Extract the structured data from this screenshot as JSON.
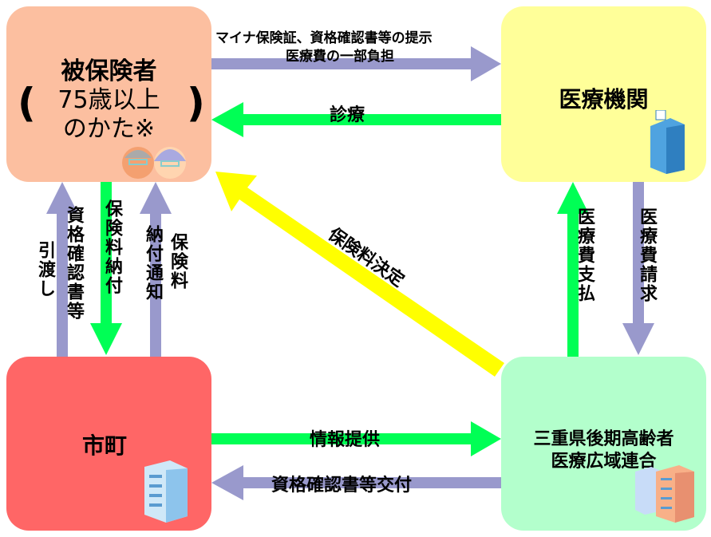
{
  "nodes": {
    "insured": {
      "line1": "被保険者",
      "line2": "75歳以上",
      "line3": "のかた※",
      "paren_open": "(",
      "paren_close": ")",
      "color": "#FCBFA0",
      "icon": "elderly-couple-icon"
    },
    "medical": {
      "label": "医療機関",
      "color": "#FFFF99",
      "icon": "hospital-building-icon"
    },
    "city": {
      "label": "市町",
      "color": "#FF6666",
      "icon": "office-building-icon"
    },
    "union": {
      "line1": "三重県後期高齢者",
      "line2": "医療広域連合",
      "color": "#B3FFCC",
      "icon": "office-buildings-icon"
    }
  },
  "flows": {
    "present_card_line1": "マイナ保険証、資格確認書等の提示",
    "present_card_line2": "医療費の一部負担",
    "treatment": "診療",
    "premium_decision": "保険料決定",
    "hand_over": "引渡し",
    "qualification_doc": "資格確認書等",
    "premium_payment": "保険料納付",
    "payment_notice": "納付通知",
    "premium": "保険料",
    "medical_payment": "医療費支払",
    "medical_claim": "医療費請求",
    "info_provision": "情報提供",
    "doc_issuance": "資格確認書等交付"
  },
  "colors": {
    "lavender": "#9999CC",
    "green": "#00FF55",
    "yellow": "#FFFF00"
  }
}
